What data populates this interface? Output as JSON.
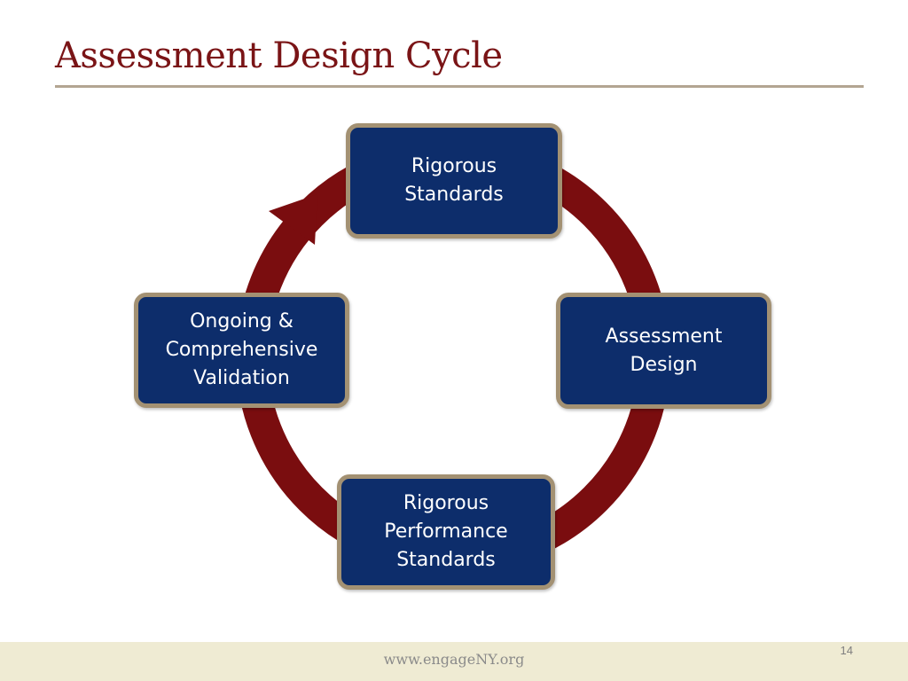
{
  "slide": {
    "title": "Assessment Design Cycle",
    "footer_url": "www.engageNY.org",
    "page_number": "14"
  },
  "cycle": {
    "nodes": [
      {
        "label": "Rigorous\nStandards"
      },
      {
        "label": "Assessment\nDesign"
      },
      {
        "label": "Rigorous\nPerformance\nStandards"
      },
      {
        "label": "Ongoing &\nComprehensive\nValidation"
      }
    ]
  },
  "colors": {
    "title": "#7a1416",
    "arrow": "#7a0d0f",
    "node_fill": "#0d2d6b",
    "node_border": "#a39173",
    "rule": "#b3a592",
    "footer_band": "#efebd3"
  }
}
